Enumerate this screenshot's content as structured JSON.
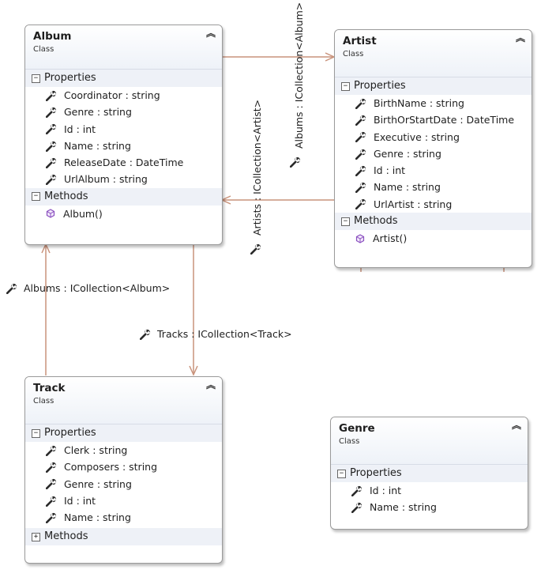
{
  "classes": {
    "album": {
      "name": "Album",
      "stereotype": "Class",
      "properties_label": "Properties",
      "methods_label": "Methods",
      "properties": [
        "Coordinator : string",
        "Genre : string",
        "Id : int",
        "Name : string",
        "ReleaseDate : DateTime",
        "UrlAlbum : string"
      ],
      "methods": [
        "Album()"
      ]
    },
    "artist": {
      "name": "Artist",
      "stereotype": "Class",
      "properties_label": "Properties",
      "methods_label": "Methods",
      "properties": [
        "BirthName : string",
        "BirthOrStartDate : DateTime",
        "Executive : string",
        "Genre : string",
        "Id : int",
        "Name : string",
        "UrlArtist : string"
      ],
      "methods": [
        "Artist()"
      ]
    },
    "track": {
      "name": "Track",
      "stereotype": "Class",
      "properties_label": "Properties",
      "methods_label": "Methods",
      "properties": [
        "Clerk : string",
        "Composers : string",
        "Genre : string",
        "Id : int",
        "Name : string"
      ]
    },
    "genre": {
      "name": "Genre",
      "stereotype": "Class",
      "properties_label": "Properties",
      "properties": [
        "Id : int",
        "Name : string"
      ]
    }
  },
  "associations": {
    "album_to_artist": "Albums : ICollection<Album>",
    "artist_to_album": "Artists : ICollection<Artist>",
    "track_to_album": "Albums : ICollection<Album>",
    "album_to_track": "Tracks : ICollection<Track>"
  },
  "icons": {
    "property": "wrench-icon",
    "method": "method-cube-icon",
    "collapse": "double-chevron-up-icon",
    "expanded": "minus-box-icon",
    "collapsed": "plus-box-icon"
  },
  "colors": {
    "connector": "#c9937c",
    "header_gradient_end": "#eef2f8",
    "section_background": "#eef1f7",
    "method_icon": "#8a4fbf"
  }
}
